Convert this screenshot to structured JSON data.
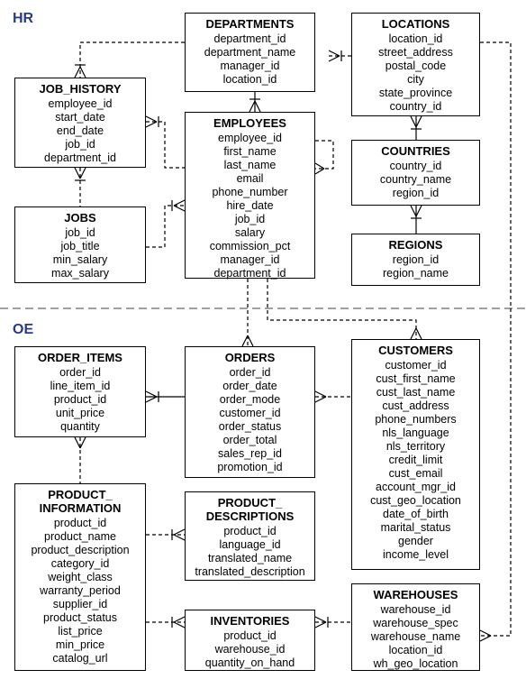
{
  "schemas": {
    "hr": "HR",
    "oe": "OE"
  },
  "colors": {
    "schema_label": "#2b3a85",
    "divider": "#a0a0a0",
    "line": "#000000"
  },
  "entities": {
    "departments": {
      "name": "DEPARTMENTS",
      "attrs": [
        "department_id",
        "department_name",
        "manager_id",
        "location_id"
      ]
    },
    "locations": {
      "name": "LOCATIONS",
      "attrs": [
        "location_id",
        "street_address",
        "postal_code",
        "city",
        "state_province",
        "country_id"
      ]
    },
    "job_history": {
      "name": "JOB_HISTORY",
      "attrs": [
        "employee_id",
        "start_date",
        "end_date",
        "job_id",
        "department_id"
      ]
    },
    "employees": {
      "name": "EMPLOYEES",
      "attrs": [
        "employee_id",
        "first_name",
        "last_name",
        "email",
        "phone_number",
        "hire_date",
        "job_id",
        "salary",
        "commission_pct",
        "manager_id",
        "department_id"
      ]
    },
    "countries": {
      "name": "COUNTRIES",
      "attrs": [
        "country_id",
        "country_name",
        "region_id"
      ]
    },
    "jobs": {
      "name": "JOBS",
      "attrs": [
        "job_id",
        "job_title",
        "min_salary",
        "max_salary"
      ]
    },
    "regions": {
      "name": "REGIONS",
      "attrs": [
        "region_id",
        "region_name"
      ]
    },
    "order_items": {
      "name": "ORDER_ITEMS",
      "attrs": [
        "order_id",
        "line_item_id",
        "product_id",
        "unit_price",
        "quantity"
      ]
    },
    "orders": {
      "name": "ORDERS",
      "attrs": [
        "order_id",
        "order_date",
        "order_mode",
        "customer_id",
        "order_status",
        "order_total",
        "sales_rep_id",
        "promotion_id"
      ]
    },
    "customers": {
      "name": "CUSTOMERS",
      "attrs": [
        "customer_id",
        "cust_first_name",
        "cust_last_name",
        "cust_address",
        "phone_numbers",
        "nls_language",
        "nls_territory",
        "credit_limit",
        "cust_email",
        "account_mgr_id",
        "cust_geo_location",
        "date_of_birth",
        "marital_status",
        "gender",
        "income_level"
      ]
    },
    "product_information": {
      "name": "PRODUCT_\nINFORMATION",
      "attrs": [
        "product_id",
        "product_name",
        "product_description",
        "category_id",
        "weight_class",
        "warranty_period",
        "supplier_id",
        "product_status",
        "list_price",
        "min_price",
        "catalog_url"
      ]
    },
    "product_descriptions": {
      "name": "PRODUCT_\nDESCRIPTIONS",
      "attrs": [
        "product_id",
        "language_id",
        "translated_name",
        "translated_description"
      ]
    },
    "inventories": {
      "name": "INVENTORIES",
      "attrs": [
        "product_id",
        "warehouse_id",
        "quantity_on_hand"
      ]
    },
    "warehouses": {
      "name": "WAREHOUSES",
      "attrs": [
        "warehouse_id",
        "warehouse_spec",
        "warehouse_name",
        "location_id",
        "wh_geo_location"
      ]
    }
  }
}
